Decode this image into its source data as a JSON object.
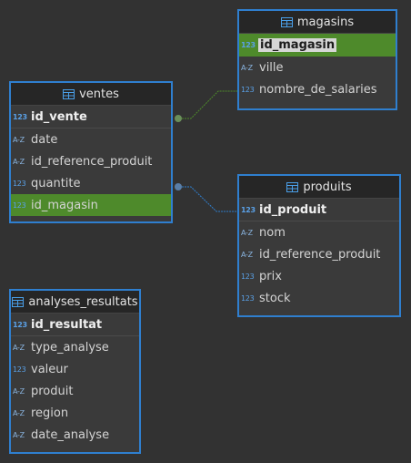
{
  "entities": {
    "magasins": {
      "title": "magasins",
      "columns": [
        {
          "type": "123",
          "name": "id_magasin"
        },
        {
          "type": "A-Z",
          "name": "ville"
        },
        {
          "type": "123",
          "name": "nombre_de_salaries"
        }
      ]
    },
    "ventes": {
      "title": "ventes",
      "columns": [
        {
          "type": "123",
          "name": "id_vente"
        },
        {
          "type": "A-Z",
          "name": "date"
        },
        {
          "type": "A-Z",
          "name": "id_reference_produit"
        },
        {
          "type": "123",
          "name": "quantite"
        },
        {
          "type": "123",
          "name": "id_magasin"
        }
      ]
    },
    "produits": {
      "title": "produits",
      "columns": [
        {
          "type": "123",
          "name": "id_produit"
        },
        {
          "type": "A-Z",
          "name": "nom"
        },
        {
          "type": "A-Z",
          "name": "id_reference_produit"
        },
        {
          "type": "123",
          "name": "prix"
        },
        {
          "type": "123",
          "name": "stock"
        }
      ]
    },
    "analyses_resultats": {
      "title": "analyses_resultats",
      "columns": [
        {
          "type": "123",
          "name": "id_resultat"
        },
        {
          "type": "A-Z",
          "name": "type_analyse"
        },
        {
          "type": "123",
          "name": "valeur"
        },
        {
          "type": "A-Z",
          "name": "produit"
        },
        {
          "type": "A-Z",
          "name": "region"
        },
        {
          "type": "A-Z",
          "name": "date_analyse"
        }
      ]
    }
  },
  "colors": {
    "border": "#2f7fcf",
    "highlight": "#4e8a2b",
    "link_green": "#4e8a2b",
    "link_blue": "#2f7fcf"
  }
}
